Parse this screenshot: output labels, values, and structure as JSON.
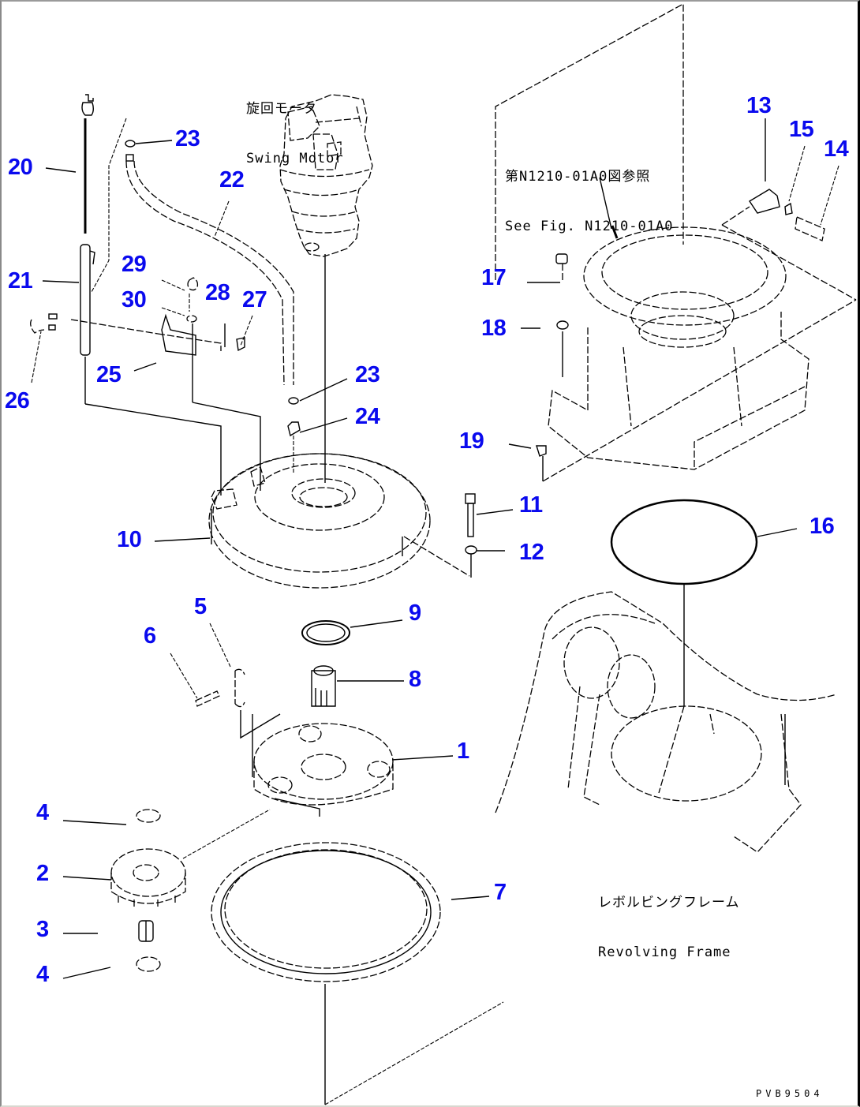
{
  "diagram": {
    "title": "Swing machinery exploded parts view",
    "label_color": "#0a0aee",
    "line_color": "#000000",
    "notes": {
      "swing_motor": {
        "jp": "旋回モータ",
        "en": "Swing Motor"
      },
      "see_fig": {
        "jp": "第N1210-01A0図参照",
        "en": "See Fig. N1210-01A0"
      },
      "revolving_frame": {
        "jp": "レボルビングフレーム",
        "en": "Revolving Frame"
      }
    },
    "figure_code": "PVB9504",
    "callouts": [
      {
        "id": "20",
        "text": "20"
      },
      {
        "id": "21",
        "text": "21"
      },
      {
        "id": "26",
        "text": "26"
      },
      {
        "id": "23a",
        "text": "23"
      },
      {
        "id": "22",
        "text": "22"
      },
      {
        "id": "29",
        "text": "29"
      },
      {
        "id": "30",
        "text": "30"
      },
      {
        "id": "28",
        "text": "28"
      },
      {
        "id": "27",
        "text": "27"
      },
      {
        "id": "25",
        "text": "25"
      },
      {
        "id": "23b",
        "text": "23"
      },
      {
        "id": "24",
        "text": "24"
      },
      {
        "id": "10",
        "text": "10"
      },
      {
        "id": "11",
        "text": "11"
      },
      {
        "id": "12",
        "text": "12"
      },
      {
        "id": "13",
        "text": "13"
      },
      {
        "id": "15",
        "text": "15"
      },
      {
        "id": "14",
        "text": "14"
      },
      {
        "id": "17",
        "text": "17"
      },
      {
        "id": "18",
        "text": "18"
      },
      {
        "id": "19",
        "text": "19"
      },
      {
        "id": "16",
        "text": "16"
      },
      {
        "id": "9",
        "text": "9"
      },
      {
        "id": "8",
        "text": "8"
      },
      {
        "id": "5",
        "text": "5"
      },
      {
        "id": "6",
        "text": "6"
      },
      {
        "id": "1",
        "text": "1"
      },
      {
        "id": "4a",
        "text": "4"
      },
      {
        "id": "2",
        "text": "2"
      },
      {
        "id": "3",
        "text": "3"
      },
      {
        "id": "4b",
        "text": "4"
      },
      {
        "id": "7",
        "text": "7"
      }
    ]
  }
}
